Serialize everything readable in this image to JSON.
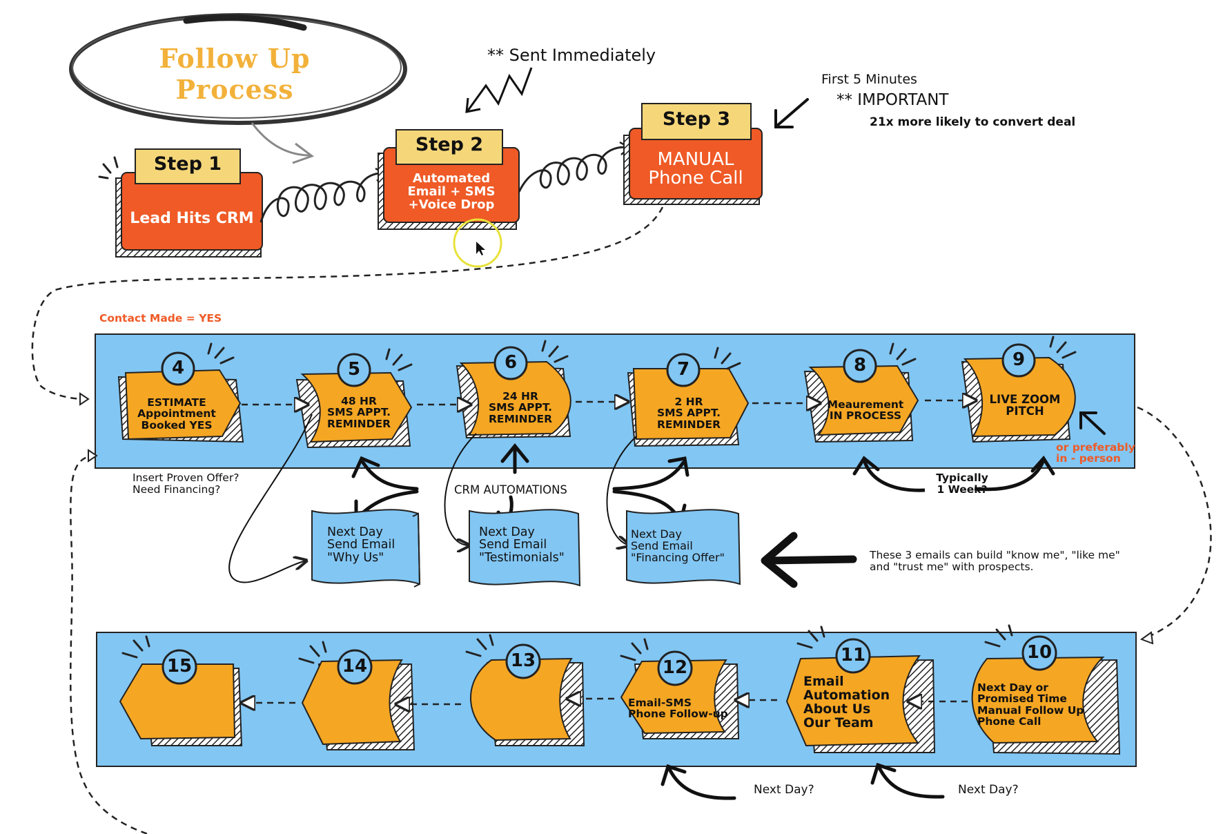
{
  "title": "Follow Up Process",
  "colors": {
    "orange_red": "#ef5a26",
    "yellow": "#f5d77a",
    "amber": "#f5a623",
    "blue_panel": "#82c6f3",
    "title_gold": "#f2b13a"
  },
  "steps": [
    {
      "tab": "Step 1",
      "body": "Lead Hits CRM"
    },
    {
      "tab": "Step 2",
      "body_lines": [
        "Automated",
        "Email + SMS",
        "+Voice Drop"
      ]
    },
    {
      "tab": "Step 3",
      "body_lines": [
        "MANUAL",
        "Phone Call"
      ]
    }
  ],
  "annotations": {
    "sent_immediately": "** Sent Immediately",
    "first_5_minutes": "First 5 Minutes",
    "important": "** IMPORTANT",
    "more_likely": "21x more likely to convert deal",
    "contact_made": "Contact Made = YES",
    "insert_offer_line1": "Insert Proven Offer?",
    "insert_offer_line2": "Need Financing?",
    "crm_automations": "CRM AUTOMATIONS",
    "typically_line1": "Typically",
    "typically_line2": "1 Week?",
    "preferably_line1": "or preferably",
    "preferably_line2": "in - person",
    "emails_note_line1": "These 3 emails can build \"know me\", \"like me\"",
    "emails_note_line2": "and \"trust me\" with prospects.",
    "next_day_1": "Next Day?",
    "next_day_2": "Next Day?"
  },
  "row1": [
    {
      "num": "4",
      "lines": [
        "ESTIMATE",
        "Appointment",
        "Booked YES"
      ]
    },
    {
      "num": "5",
      "lines": [
        "48 HR",
        "SMS APPT.",
        "REMINDER"
      ]
    },
    {
      "num": "6",
      "lines": [
        "24 HR",
        "SMS APPT.",
        "REMINDER"
      ]
    },
    {
      "num": "7",
      "lines": [
        "2 HR",
        "SMS APPT.",
        "REMINDER"
      ]
    },
    {
      "num": "8",
      "lines": [
        "Meaurement",
        "IN PROCESS"
      ]
    },
    {
      "num": "9",
      "lines": [
        "LIVE ZOOM",
        "PITCH"
      ]
    }
  ],
  "emails": [
    {
      "lines": [
        "Next Day",
        "Send Email",
        "\"Why Us\""
      ]
    },
    {
      "lines": [
        "Next Day",
        "Send Email",
        "\"Testimonials\""
      ]
    },
    {
      "lines": [
        "Next Day",
        "Send Email",
        "\"Financing Offer\""
      ]
    }
  ],
  "row2": [
    {
      "num": "10",
      "lines": [
        "Next Day or",
        "Promised Time",
        "Manual Follow Up",
        "Phone Call"
      ]
    },
    {
      "num": "11",
      "lines": [
        "Email",
        "Automation",
        "About Us",
        "Our Team"
      ]
    },
    {
      "num": "12",
      "lines": [
        "Email-SMS",
        "Phone Follow-up"
      ]
    },
    {
      "num": "13",
      "lines": []
    },
    {
      "num": "14",
      "lines": []
    },
    {
      "num": "15",
      "lines": []
    }
  ]
}
